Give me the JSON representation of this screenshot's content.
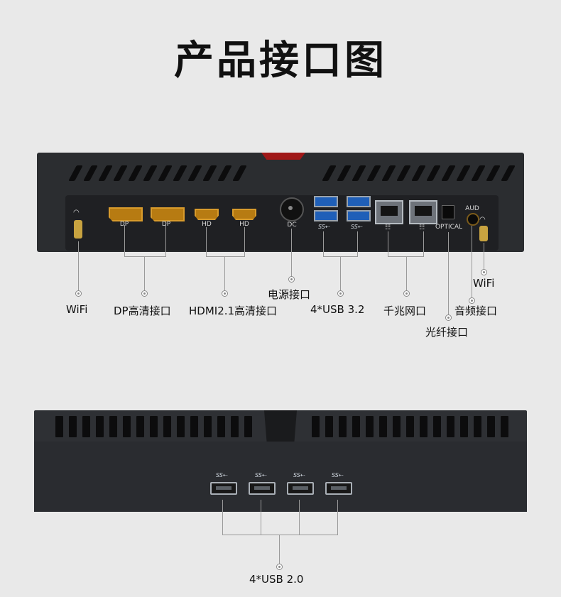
{
  "title": "产品接口图",
  "top_device": {
    "port_labels": {
      "dp1": "DP",
      "dp2": "DP",
      "hd1": "HD",
      "hd2": "HD",
      "dc": "DC",
      "optical": "OPTICAL",
      "aud": "AUD",
      "ss1": "SS⇠",
      "ss2": "SS⇠"
    },
    "callouts": {
      "wifi_left": "WiFi",
      "dp": "DP高清接口",
      "hdmi": "HDMI2.1高清接口",
      "power": "电源接口",
      "usb32": "4*USB 3.2",
      "lan": "千兆网口",
      "optical": "光纤接口",
      "audio": "音频接口",
      "wifi_right": "WiFi"
    }
  },
  "bottom_device": {
    "ss_marks": [
      "SS⇠",
      "SS⇠",
      "SS⇠",
      "SS⇠"
    ],
    "callouts": {
      "usb20": "4*USB 2.0"
    }
  },
  "colors": {
    "background": "#e9e9e9",
    "chassis": "#2b2d30",
    "gold": "#b77b12",
    "usb3_blue": "#1f5fb8"
  }
}
